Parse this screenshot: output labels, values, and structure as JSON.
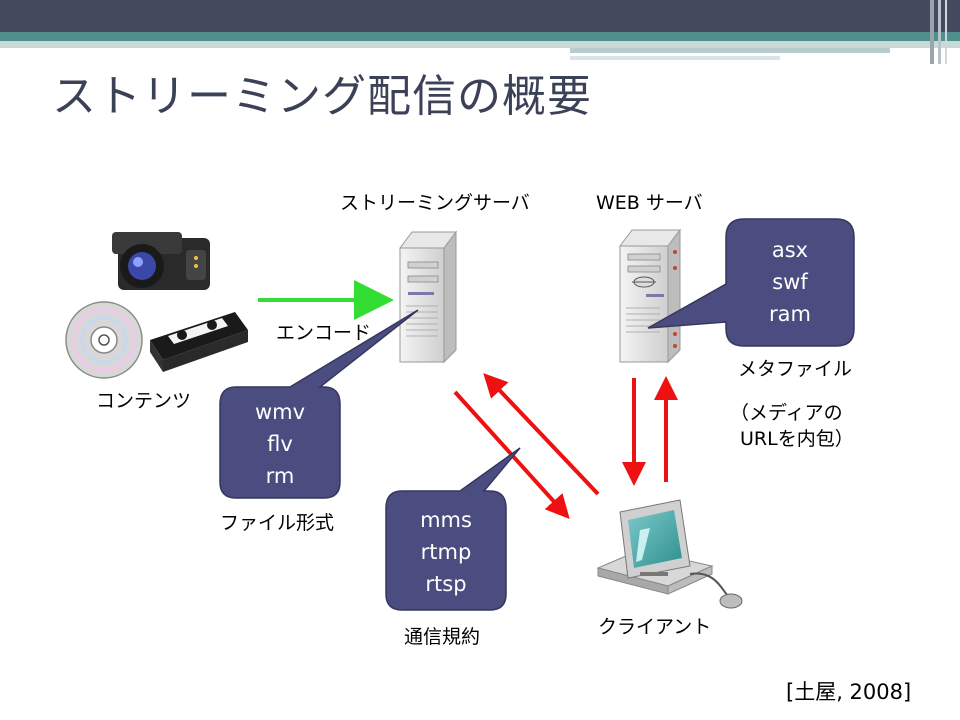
{
  "slide": {
    "title": "ストリーミング配信の概要",
    "citation": "[土屋, 2008]"
  },
  "nodes": {
    "contents": "コンテンツ",
    "encode": "エンコード",
    "streaming_server": "ストリーミングサーバ",
    "web_server": "WEB サーバ",
    "client": "クライアント"
  },
  "bubbles": {
    "file_formats": {
      "items": [
        "wmv",
        "flv",
        "rm"
      ],
      "caption": "ファイル形式"
    },
    "protocols": {
      "items": [
        "mms",
        "rtmp",
        "rtsp"
      ],
      "caption": "通信規約"
    },
    "metafiles": {
      "items": [
        "asx",
        "swf",
        "ram"
      ],
      "caption": "メタファイル",
      "note_line1": "（メディアの",
      "note_line2": "URLを内包）"
    }
  },
  "colors": {
    "header_dark": "#464a5e",
    "header_teal": "#4f8f8c",
    "title_text": "#3b4257",
    "bubble_fill": "#4b4d80",
    "encode_arrow": "#33dd33",
    "flow_arrow": "#ee1111"
  },
  "icons": [
    "video-camera-icon",
    "cd-disc-icon",
    "vhs-tape-icon",
    "server-tower-icon",
    "desktop-computer-icon",
    "mouse-icon"
  ]
}
